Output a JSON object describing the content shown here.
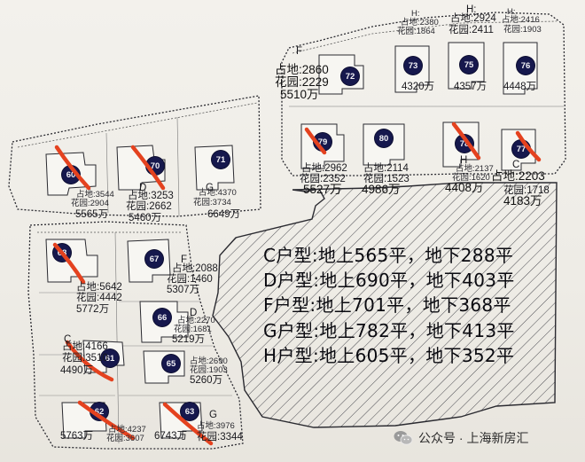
{
  "legend": [
    "C户型:地上565平，地下288平",
    "D户型:地上690平，地下403平",
    "F户型:地上701平，地下368平",
    "G户型:地上782平，地下413平",
    "H户型:地上605平，地下352平"
  ],
  "watermark": "公众号 · 上海新房汇",
  "lots": {
    "l60": {
      "num": "60",
      "a": "占地:3544",
      "b": "花园:2904",
      "p": "5565万"
    },
    "l70": {
      "num": "70",
      "t": "D",
      "a": "占地:3253",
      "b": "花园:2662",
      "p": "5460万"
    },
    "l71": {
      "num": "71",
      "t": "G",
      "a": "占地:4370",
      "b": "花园:3734",
      "p": "6649万"
    },
    "l72": {
      "num": "72",
      "t": "F",
      "a": "占地:2860",
      "b": "花园:2229",
      "p": "5510万"
    },
    "l73": {
      "num": "73",
      "t": "H:",
      "a": "占地:2380",
      "b": "花园:1864",
      "p": "4320万"
    },
    "l75": {
      "num": "75",
      "t": "H:",
      "a": "占地:2924",
      "b": "花园:2411",
      "p": "4357万"
    },
    "l76": {
      "num": "76",
      "t": "H:",
      "a": "占地:2416",
      "b": "花园:1903",
      "p": "4448万"
    },
    "l79": {
      "num": "79",
      "a": "占地:2962",
      "b": "花园:2352",
      "p": "5527万"
    },
    "l80": {
      "num": "80",
      "a": "占地:2114",
      "b": "花园:1523",
      "p": "4986万"
    },
    "l78": {
      "num": "78",
      "t": "H",
      "a": "占地:2137",
      "b": "花园:1620",
      "p": "4408万"
    },
    "l77": {
      "num": "77",
      "t": "C",
      "a": "占地:2203",
      "b": "花园:1718",
      "p": "4183万"
    },
    "l68": {
      "num": "68",
      "a": "占地:5642",
      "b": "花园:4442",
      "p": "5772万"
    },
    "l67": {
      "num": "67",
      "t": "F",
      "a": "占地:2088",
      "b": "花园:1460",
      "p": "5307万"
    },
    "l66": {
      "num": "66",
      "t": "D",
      "a": "占地:2270",
      "b": "花园:1681",
      "p": "5219万"
    },
    "l65": {
      "num": "65",
      "a": "占地:2690",
      "b": "花园:1903",
      "p": "5260万"
    },
    "l61": {
      "num": "61",
      "t": "C",
      "a": "占地:4166",
      "b": "花园:3510",
      "p": "4490万"
    },
    "l62": {
      "num": "62",
      "a": "占地:4237",
      "b": "花园:3607",
      "p": "5763万"
    },
    "l63": {
      "num": "63",
      "t": "G",
      "a": "占地:3976",
      "b": "花园:3344",
      "p": "6743万"
    }
  }
}
